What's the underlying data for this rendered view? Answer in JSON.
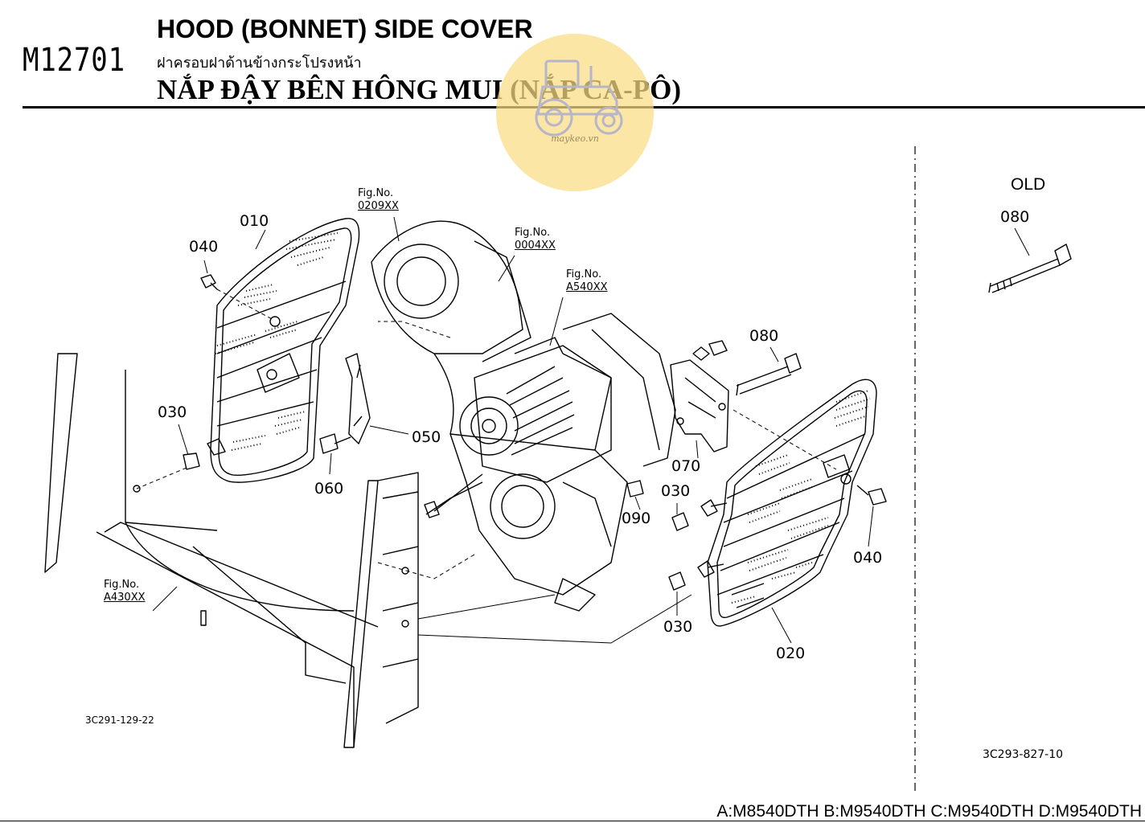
{
  "header": {
    "code": "M12701",
    "title_en": "HOOD (BONNET) SIDE COVER",
    "title_th": "ฝาครอบฝาด้านข้างกระโปรงหน้า",
    "title_vi": "NẮP ĐẬY BÊN HÔNG MUI (NẮP CA-PÔ)"
  },
  "watermark": {
    "text": "maykeo.vn",
    "color": "#fadc82"
  },
  "figure_refs": [
    {
      "label": "Fig.No.",
      "number": "0209XX"
    },
    {
      "label": "Fig.No.",
      "number": "0004XX"
    },
    {
      "label": "Fig.No.",
      "number": "A540XX"
    },
    {
      "label": "Fig.No.",
      "number": "A430XX"
    }
  ],
  "parts": {
    "p010": "010",
    "p040_left": "040",
    "p030_left": "030",
    "p060": "060",
    "p050": "050",
    "p080": "080",
    "p070": "070",
    "p090": "090",
    "p030_mid": "030",
    "p030_low": "030",
    "p040_right": "040",
    "p020": "020"
  },
  "old_section": {
    "title": "OLD",
    "part": "080"
  },
  "drawing_refs": {
    "left": "3C291-129-22",
    "right": "3C293-827-10"
  },
  "models": "A:M8540DTH B:M9540DTH C:M9540DTH D:M9540DTH"
}
